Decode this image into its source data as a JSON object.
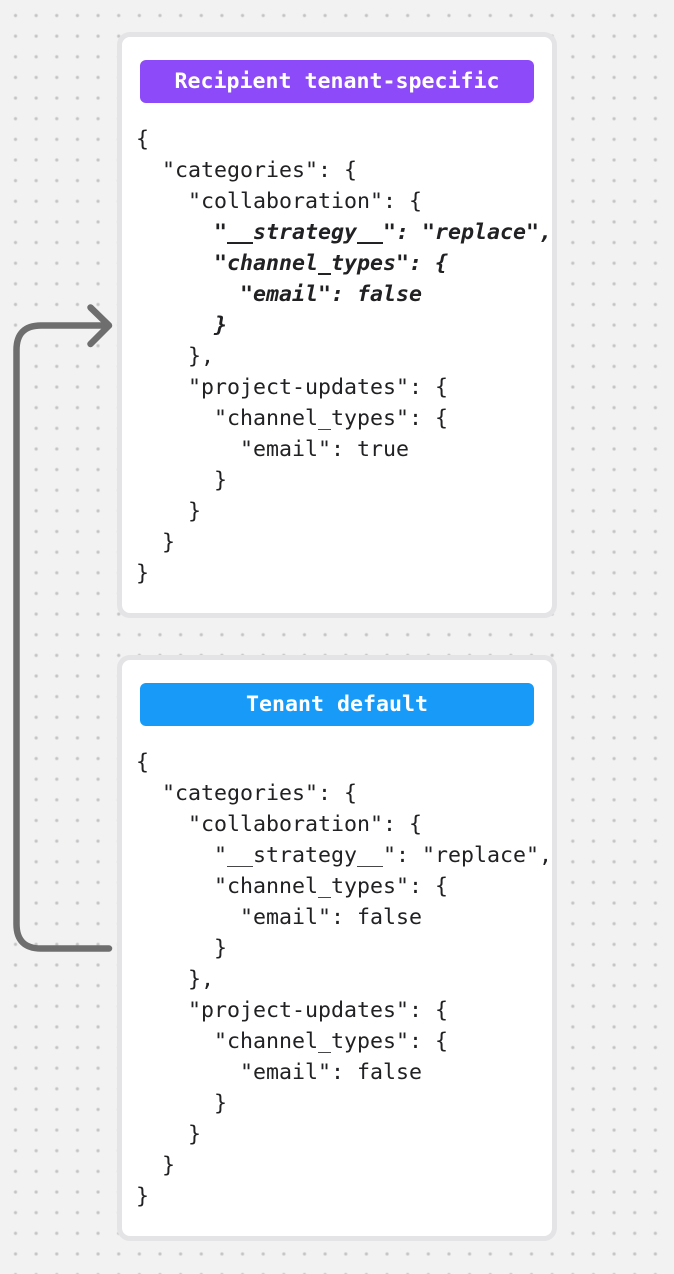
{
  "canvas": {
    "background": "#f2f2f2",
    "dot_color": "#c3c3c5"
  },
  "arrow": {
    "description": "arrow from tenant-default card pointing into recipient tenant-specific card",
    "color": "#6e6e6e"
  },
  "cards": [
    {
      "badge": {
        "label": "Recipient tenant-specific",
        "color": "#8c4af8"
      },
      "code": [
        {
          "t": "{",
          "em": false
        },
        {
          "t": "  \"categories\": {",
          "em": false
        },
        {
          "t": "    \"collaboration\": {",
          "em": false
        },
        {
          "t": "      \"__strategy__\": \"replace\",",
          "em": true
        },
        {
          "t": "      \"channel_types\": {",
          "em": true
        },
        {
          "t": "        \"email\": false",
          "em": true
        },
        {
          "t": "      }",
          "em": true
        },
        {
          "t": "    },",
          "em": false
        },
        {
          "t": "    \"project-updates\": {",
          "em": false
        },
        {
          "t": "      \"channel_types\": {",
          "em": false
        },
        {
          "t": "        \"email\": true",
          "em": false
        },
        {
          "t": "      }",
          "em": false
        },
        {
          "t": "    }",
          "em": false
        },
        {
          "t": "  }",
          "em": false
        },
        {
          "t": "}",
          "em": false
        }
      ]
    },
    {
      "badge": {
        "label": "Tenant default",
        "color": "#189af8"
      },
      "code": [
        {
          "t": "{",
          "em": false
        },
        {
          "t": "  \"categories\": {",
          "em": false
        },
        {
          "t": "    \"collaboration\": {",
          "em": false
        },
        {
          "t": "      \"__strategy__\": \"replace\",",
          "em": false
        },
        {
          "t": "      \"channel_types\": {",
          "em": false
        },
        {
          "t": "        \"email\": false",
          "em": false
        },
        {
          "t": "      }",
          "em": false
        },
        {
          "t": "    },",
          "em": false
        },
        {
          "t": "    \"project-updates\": {",
          "em": false
        },
        {
          "t": "      \"channel_types\": {",
          "em": false
        },
        {
          "t": "        \"email\": false",
          "em": false
        },
        {
          "t": "      }",
          "em": false
        },
        {
          "t": "    }",
          "em": false
        },
        {
          "t": "  }",
          "em": false
        },
        {
          "t": "}",
          "em": false
        }
      ]
    }
  ]
}
